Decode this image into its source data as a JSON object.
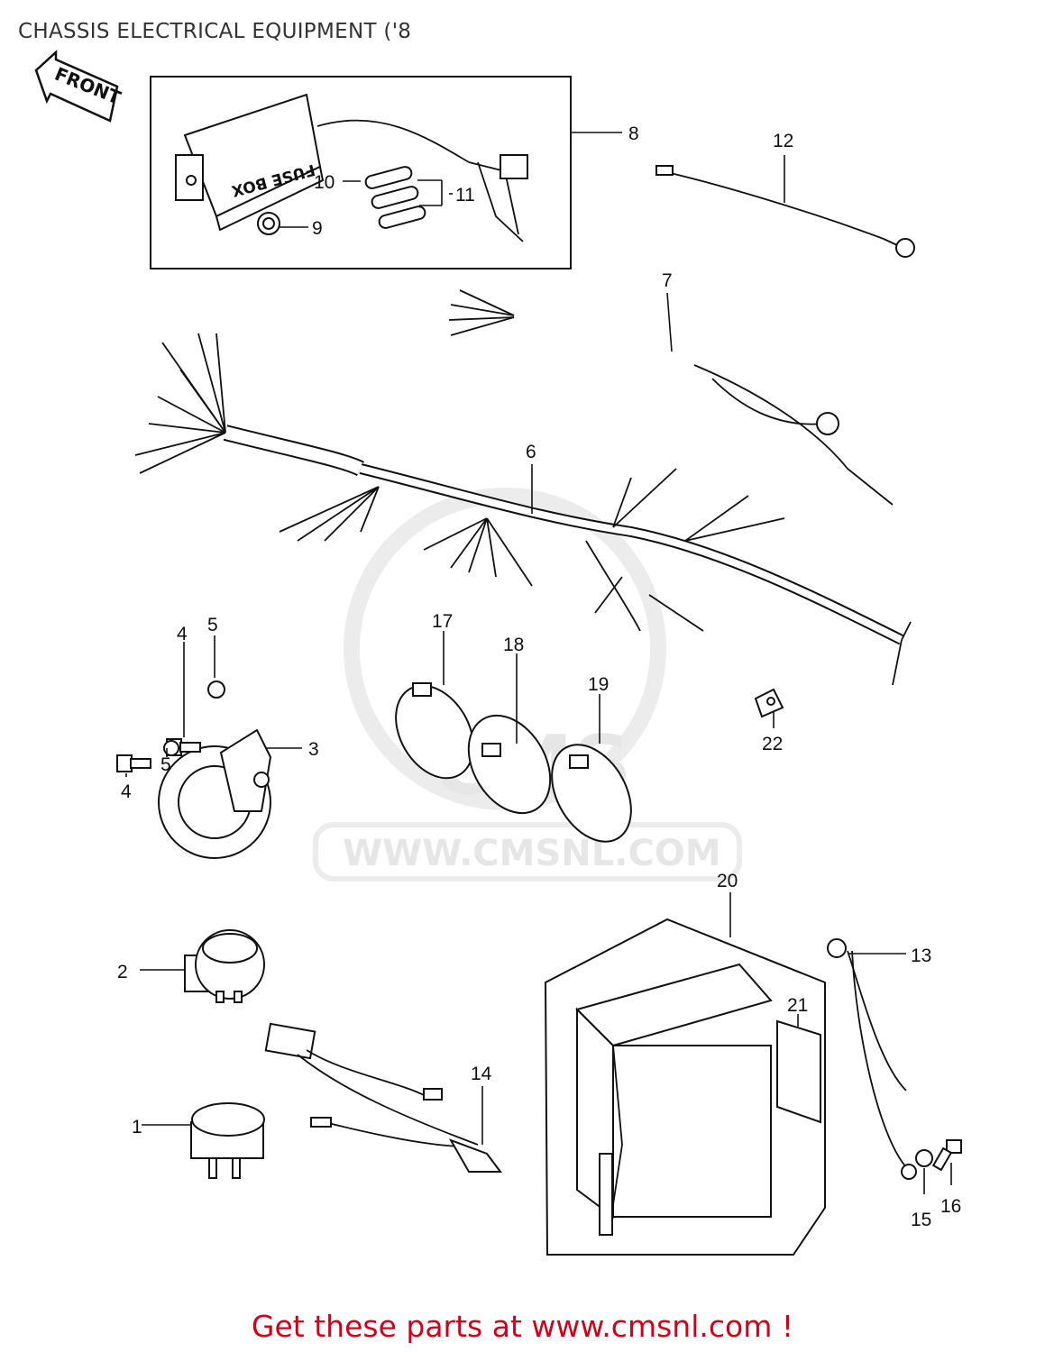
{
  "page": {
    "title": "CHASSIS ELECTRICAL EQUIPMENT ('8",
    "footer": "Get these parts at www.cmsnl.com !",
    "front_arrow": "FRONT",
    "fuse_box_text": "FUSE BOX",
    "watermark_text": "WWW.CMSNL.COM",
    "watermark_logo": "CMS"
  },
  "callouts": [
    {
      "id": "c1",
      "label": "1"
    },
    {
      "id": "c2",
      "label": "2"
    },
    {
      "id": "c3",
      "label": "3"
    },
    {
      "id": "c4a",
      "label": "4"
    },
    {
      "id": "c4b",
      "label": "4"
    },
    {
      "id": "c5a",
      "label": "5"
    },
    {
      "id": "c5b",
      "label": "5"
    },
    {
      "id": "c6",
      "label": "6"
    },
    {
      "id": "c7",
      "label": "7"
    },
    {
      "id": "c8",
      "label": "8"
    },
    {
      "id": "c9",
      "label": "9"
    },
    {
      "id": "c10",
      "label": "10"
    },
    {
      "id": "c11",
      "label": "11"
    },
    {
      "id": "c12",
      "label": "12"
    },
    {
      "id": "c13",
      "label": "13"
    },
    {
      "id": "c14",
      "label": "14"
    },
    {
      "id": "c15",
      "label": "15"
    },
    {
      "id": "c16",
      "label": "16"
    },
    {
      "id": "c17",
      "label": "17"
    },
    {
      "id": "c18",
      "label": "18"
    },
    {
      "id": "c19",
      "label": "19"
    },
    {
      "id": "c20",
      "label": "20"
    },
    {
      "id": "c21",
      "label": "21"
    },
    {
      "id": "c22",
      "label": "22"
    }
  ],
  "colors": {
    "footer": "#d4001a",
    "title": "#333333",
    "line_art": "#111111",
    "watermark": "#e6e6e6"
  }
}
